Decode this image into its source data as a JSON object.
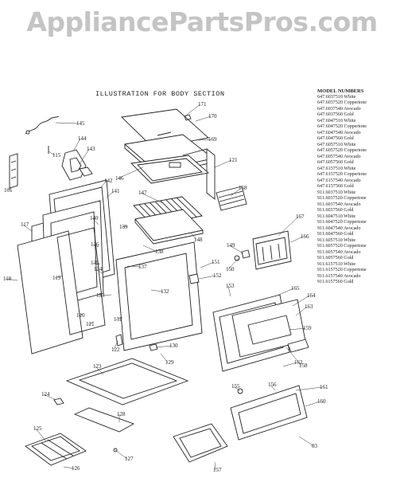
{
  "watermark": "AppliancePartsPros.com",
  "title": "ILLUSTRATION FOR BODY SECTION",
  "models_header": "MODEL NUMBERS",
  "models": [
    "647.6037510 White",
    "647.6037520 Coppertone",
    "647.6037540 Avocado",
    "647.6037560 Gold",
    "647.6047510 White",
    "647.6047520 Coppertone",
    "647.6047540 Avocado",
    "647.6047560 Gold",
    "647.6057510 White",
    "647.6057520 Coppertone",
    "647.6057540 Avocado",
    "647.6057560 Gold",
    "647.6157510 White",
    "647.6157520 Coppertone",
    "647.6157540 Avocado",
    "647.6157560 Gold",
    "911.6037510 White",
    "911.6037520 Coppertone",
    "911.6037540 Avocado",
    "911.6037560 Gold",
    "911.6047510 White",
    "911.6047520 Coppertone",
    "911.6047540 Avocado",
    "911.6047560 Gold",
    "911.6057510 White",
    "911.6057520 Coppertone",
    "911.6057540 Avocado",
    "911.6057560 Gold",
    "911.6157510 White",
    "911.6157520 Coppertone",
    "911.6157540 Avocado",
    "911.6157560 Gold"
  ],
  "part_labels": [
    "171",
    "170",
    "169",
    "121",
    "168",
    "167",
    "166",
    "165",
    "164",
    "163",
    "159",
    "158",
    "162",
    "161",
    "160",
    "156",
    "155",
    "153",
    "152",
    "151",
    "150",
    "149",
    "148",
    "147",
    "146",
    "145",
    "144",
    "143",
    "142",
    "141",
    "140",
    "139",
    "138",
    "137",
    "136",
    "135",
    "134",
    "133",
    "132",
    "131",
    "130",
    "129",
    "128",
    "127",
    "126",
    "125",
    "124",
    "123",
    "122",
    "121",
    "120",
    "119",
    "118",
    "117",
    "116",
    "115",
    "157",
    "03"
  ]
}
